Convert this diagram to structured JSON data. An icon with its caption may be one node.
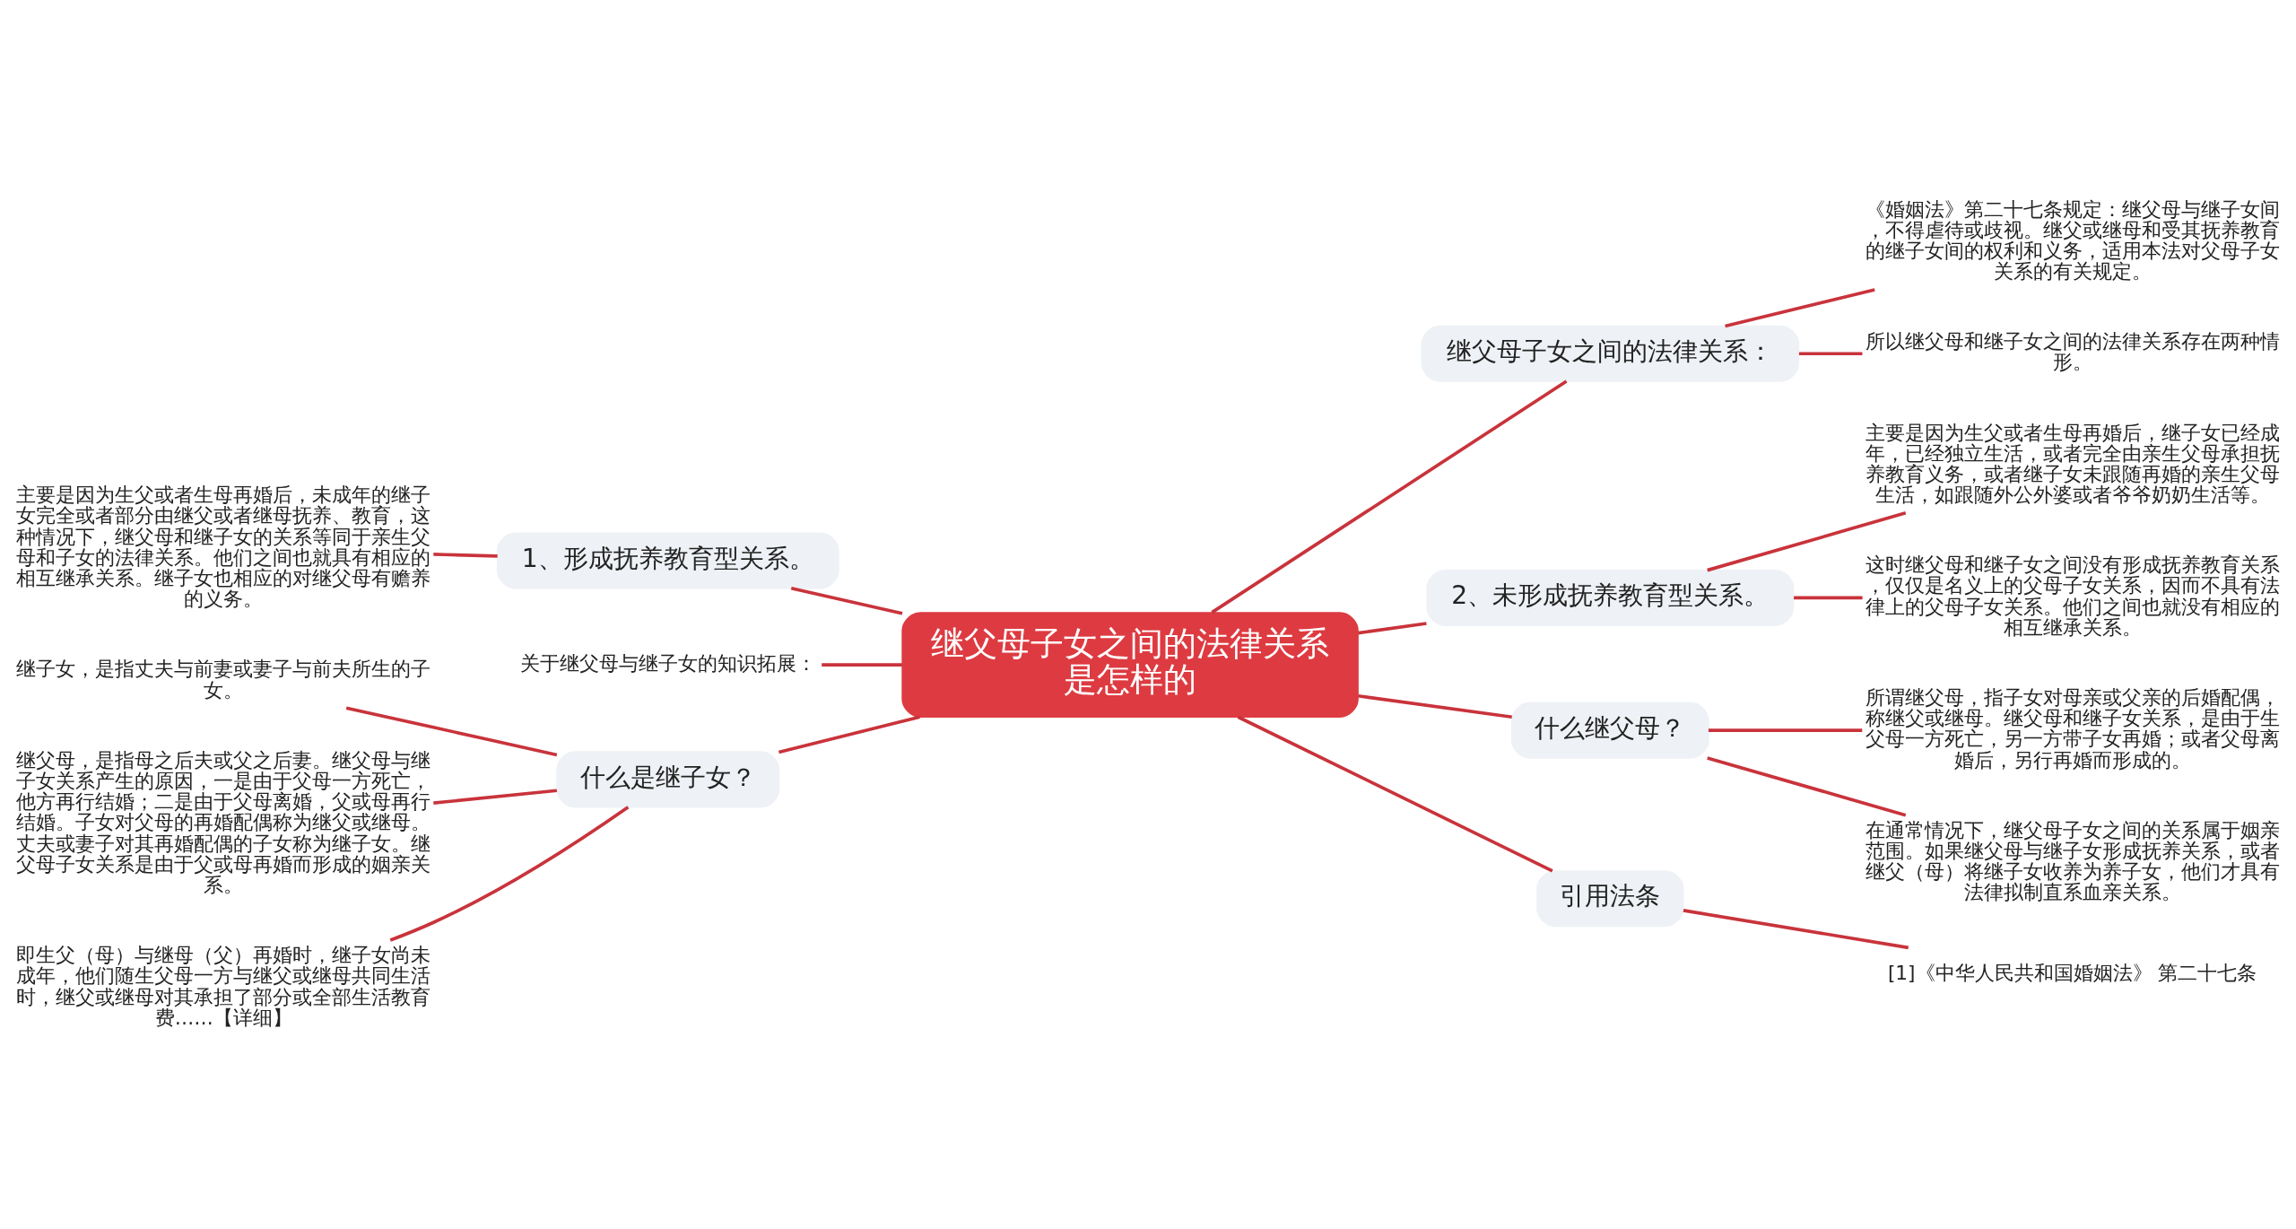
{
  "diagram": {
    "nodes": [
      {
        "text": [
          "继父母子女之间的法律关系是怎样的"
        ]
      },
      {
        "text": [
          "1、形成抚养教育型关系。"
        ]
      },
      {
        "text": [
          "主要是因为生父或者生母再婚后，未成年的继子女完全或者部分由继父或者继母抚养、教育，这种情况下，继父母和继子女的关系等同于亲生父母和子女的法律关系。他们之间也就具有相应的相互继承关系。继子女也相应的对继父母有赡养的义务。"
        ]
      },
      {
        "text": [
          "关于继父母与继子女的知识拓展："
        ]
      },
      {
        "text": [
          "什么是继子女？"
        ]
      },
      {
        "text": [
          "继子女，是指丈夫与前妻或妻子与前夫所生的子女。"
        ]
      },
      {
        "text": [
          "继父母，是指母之后夫或父之后妻。继父母与继子女关系产生的原因，一是由于父母一方死亡，他方再行结婚；二是由于父母离婚，父或母再行结婚。子女对父母的再婚配偶称为继父或继母。丈夫或妻子对其再婚配偶的子女称为继子女。继父母子女关系是由于父或母再婚而形成的姻亲关系。"
        ]
      },
      {
        "text": [
          "即生父（母）与继母（父）再婚时，继子女尚未成年，他们随生父母一方与继父或继母共同生活时，继父或继母对其承担了部分或全部生活教育费……【详细】"
        ]
      },
      {
        "text": [
          "继父母子女之间的法律关系："
        ]
      },
      {
        "text": [
          "《婚姻法》第二十七条规定：继父母与继子女间，不得虐待或歧视。继父或继母和受其抚养教育的继子女间的权利和义务，适用本法对父母子女关系的有关规定。"
        ]
      },
      {
        "text": [
          "所以继父母和继子女之间的法律关系存在两种情形。"
        ]
      },
      {
        "text": [
          "2、未形成抚养教育型关系。"
        ]
      },
      {
        "text": [
          "主要是因为生父或者生母再婚后，继子女已经成年，已经独立生活，或者完全由亲生父母承担抚养教育义务，或者继子女未跟随再婚的亲生父母生活，如跟随外公外婆或者爷爷奶奶生活等。"
        ]
      },
      {
        "text": [
          "这时继父母和继子女之间没有形成抚养教育关系，仅仅是名义上的父母子女关系，因而不具有法律上的父母子女关系。他们之间也就没有相应的相互继承关系。"
        ]
      },
      {
        "text": [
          "什么继父母？"
        ]
      },
      {
        "text": [
          "所谓继父母，指子女对母亲或父亲的后婚配偶，称继父或继母。继父母和继子女关系，是由于生父母一方死亡，另一方带子女再婚；或者父母离婚后，另行再婚而形成的。"
        ]
      },
      {
        "text": [
          "在通常情况下，继父母子女之间的关系属于姻亲范围。如果继父母与继子女形成抚养关系，或者继父（母）将继子女收养为养子女，他们才具有法律拟制直系血亲关系。"
        ]
      },
      {
        "text": [
          "引用法条"
        ]
      },
      {
        "text": [
          "[1]《中华人民共和国婚姻法》 第二十七条"
        ]
      }
    ],
    "edges": [
      {
        "from": 2,
        "to": 1,
        "arrow": "none"
      },
      {
        "from": 1,
        "to": 0,
        "arrow": "none"
      },
      {
        "from": 3,
        "to": 0,
        "arrow": "none"
      },
      {
        "from": 5,
        "to": 4,
        "arrow": "none"
      },
      {
        "from": 6,
        "to": 4,
        "arrow": "none"
      },
      {
        "from": 7,
        "to": 4,
        "arrow": "none"
      },
      {
        "from": 4,
        "to": 0,
        "arrow": "none"
      },
      {
        "from": 0,
        "to": 8,
        "arrow": "none"
      },
      {
        "from": 8,
        "to": 9,
        "arrow": "none"
      },
      {
        "from": 8,
        "to": 10,
        "arrow": "none"
      },
      {
        "from": 0,
        "to": 11,
        "arrow": "none"
      },
      {
        "from": 11,
        "to": 12,
        "arrow": "none"
      },
      {
        "from": 11,
        "to": 13,
        "arrow": "none"
      },
      {
        "from": 0,
        "to": 14,
        "arrow": "none"
      },
      {
        "from": 14,
        "to": 15,
        "arrow": "none"
      },
      {
        "from": 14,
        "to": 16,
        "arrow": "none"
      },
      {
        "from": 0,
        "to": 17,
        "arrow": "none"
      },
      {
        "from": 17,
        "to": 18,
        "arrow": "none"
      }
    ]
  }
}
